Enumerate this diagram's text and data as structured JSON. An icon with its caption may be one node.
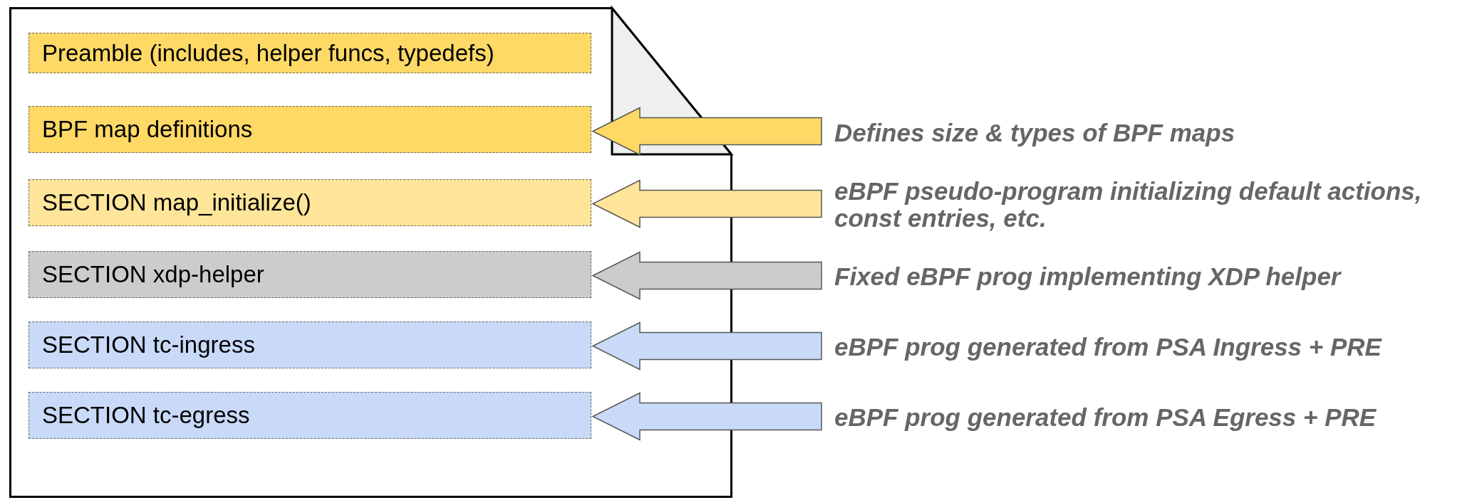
{
  "diagram": {
    "nodes": [
      {
        "text": [],
        "shape": "box"
      },
      {
        "text": [
          "Preamble (includes, helper funcs, typedefs)"
        ],
        "in": 0
      },
      {
        "text": [
          "BPF map definitions"
        ],
        "in": 0
      },
      {
        "text": [
          "SECTION map_initialize()"
        ],
        "in": 0
      },
      {
        "text": [
          "SECTION xdp-helper"
        ],
        "in": 0
      },
      {
        "text": [
          "SECTION tc-ingress"
        ],
        "in": 0
      },
      {
        "text": [
          "SECTION tc-egress"
        ],
        "in": 0
      },
      {
        "text": [
          "Defines size & types of BPF maps"
        ]
      },
      {
        "text": [
          "eBPF pseudo-program initializing default actions, const entries, etc."
        ]
      },
      {
        "text": [
          "Fixed eBPF prog implementing XDP helper"
        ]
      },
      {
        "text": [
          "eBPF prog generated from PSA Ingress + PRE"
        ]
      },
      {
        "text": [
          "eBPF prog generated from PSA Egress + PRE"
        ]
      }
    ],
    "edges": [
      {
        "from": 7,
        "to": 2,
        "arrow": "to",
        "style": "thick",
        "color": "#ffd966"
      },
      {
        "from": 8,
        "to": 3,
        "arrow": "to",
        "style": "thick",
        "color": "#ffe599"
      },
      {
        "from": 9,
        "to": 4,
        "arrow": "to",
        "style": "thick",
        "color": "#cccccc"
      },
      {
        "from": 10,
        "to": 5,
        "arrow": "to",
        "style": "thick",
        "color": "#c9daf8"
      },
      {
        "from": 11,
        "to": 6,
        "arrow": "to",
        "style": "thick",
        "color": "#c9daf8"
      }
    ]
  }
}
